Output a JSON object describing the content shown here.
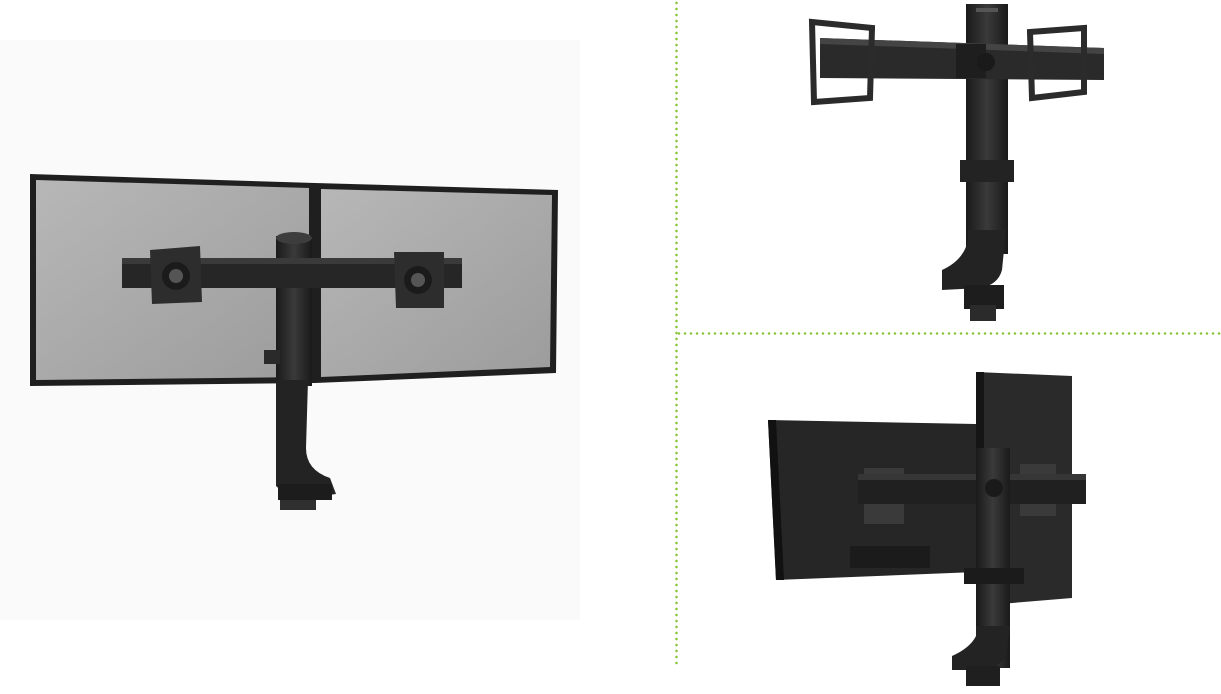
{
  "image": {
    "description_panels": [
      {
        "name": "front-view",
        "subject": "dual-monitor-arm-with-two-monitors"
      },
      {
        "name": "bracket-view",
        "subject": "dual-monitor-arm-without-monitors"
      },
      {
        "name": "rear-view",
        "subject": "dual-monitor-arm-rear-with-monitors"
      }
    ],
    "colors": {
      "accent": "#8cc63f",
      "metal": "#2b2b2b",
      "screen": "#a8a8a8",
      "screen_frame": "#1f1f1f",
      "background": "#ffffff"
    }
  }
}
